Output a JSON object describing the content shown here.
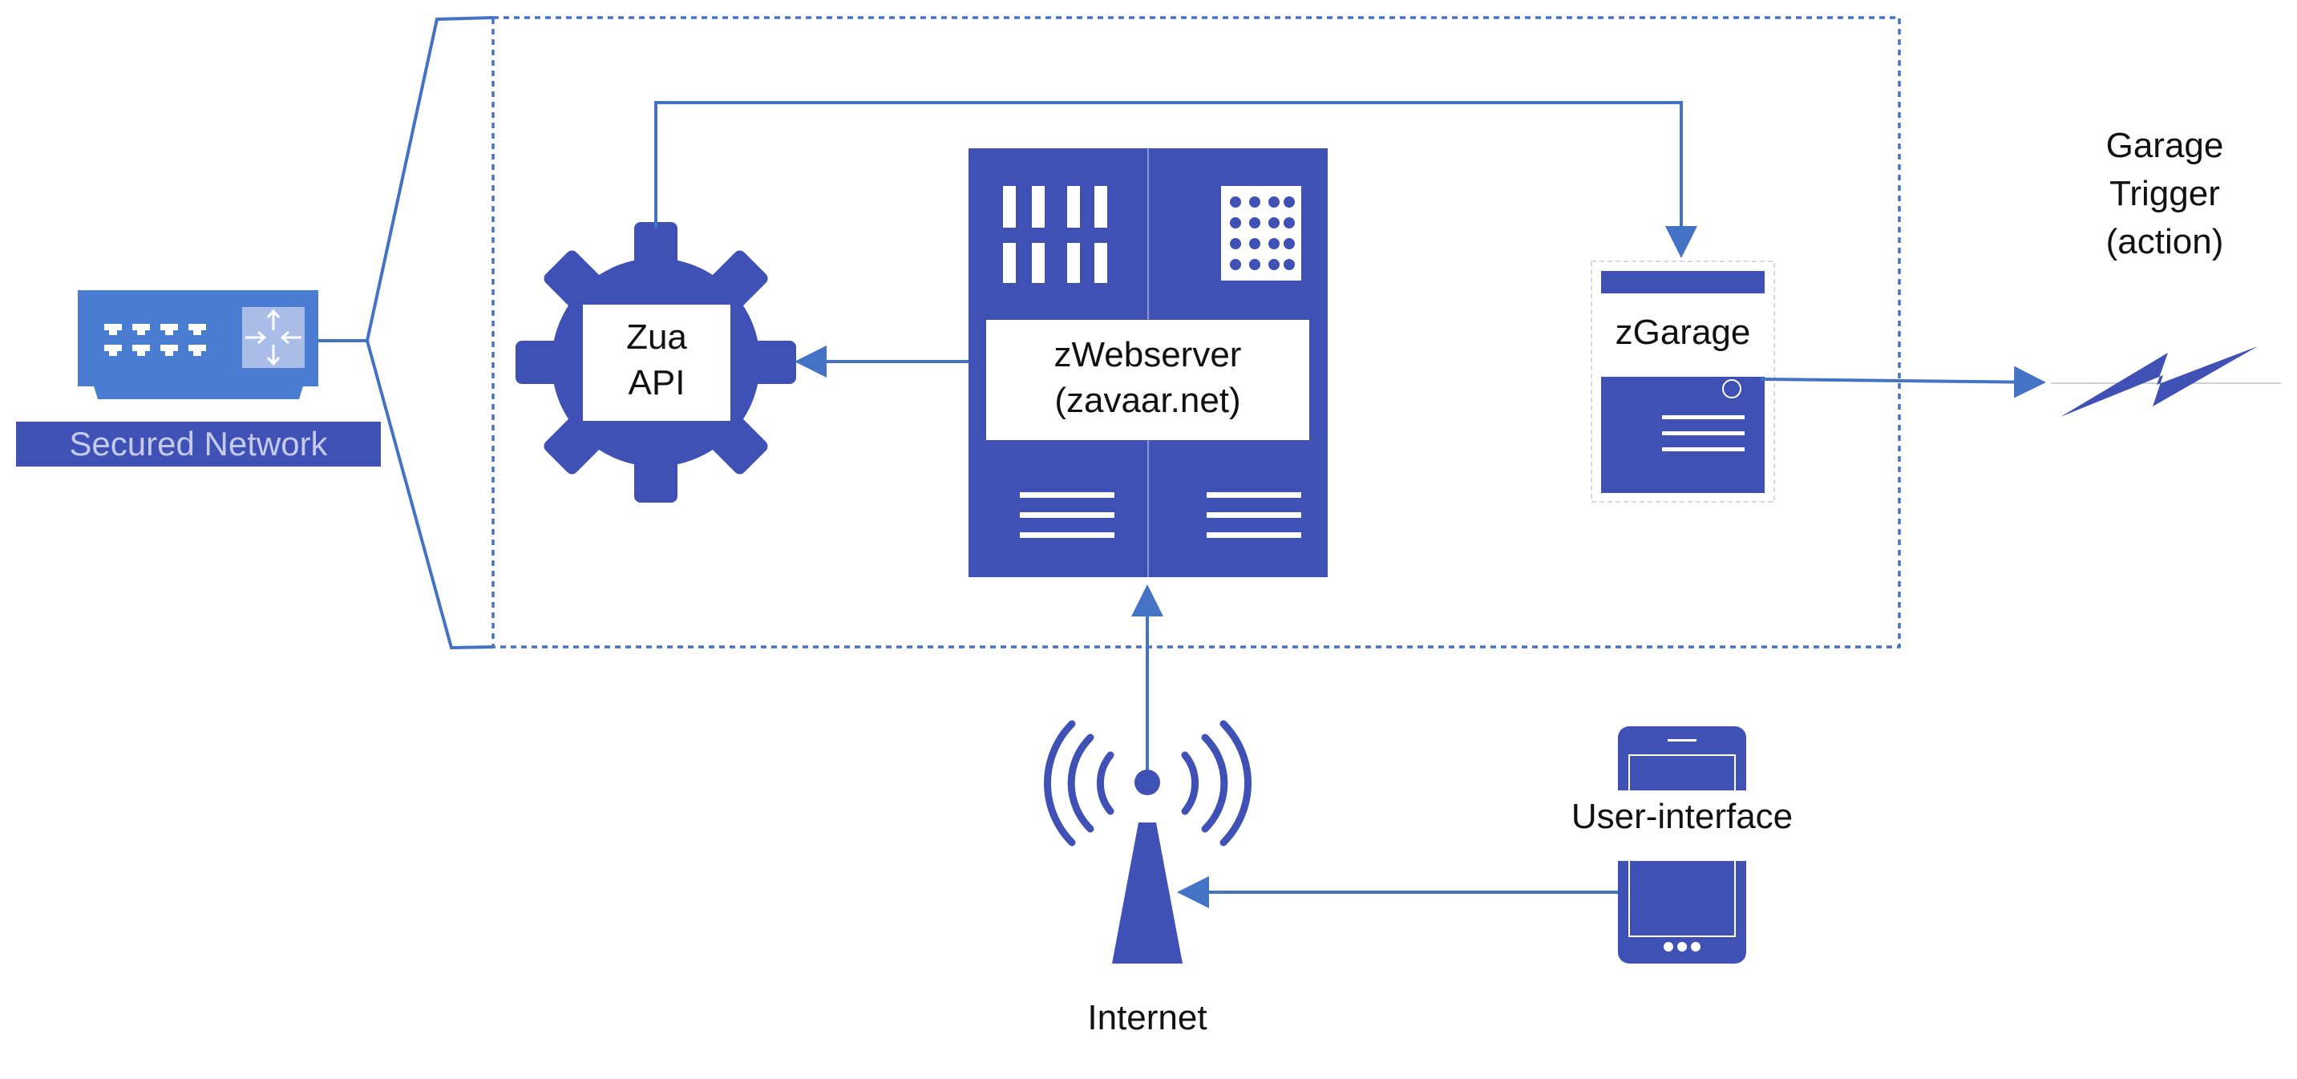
{
  "labels": {
    "secured_network": "Secured Network",
    "zua_api_line1": "Zua",
    "zua_api_line2": "API",
    "webserver_line1": "zWebserver",
    "webserver_line2": "(zavaar.net)",
    "zgarage": "zGarage",
    "garage_trigger_line1": "Garage",
    "garage_trigger_line2": "Trigger",
    "garage_trigger_line3": "(action)",
    "user_interface": "User-interface",
    "internet": "Internet"
  },
  "icons": {
    "network": "switch-router-icon",
    "api": "gear-icon",
    "server": "server-icon",
    "garage": "device-panel-icon",
    "trigger": "lightning-bolt-icon",
    "internet": "antenna-tower-icon",
    "ui": "mobile-phone-icon"
  },
  "colors": {
    "primary": "#3f51b5",
    "connector": "#4472c4",
    "network_light": "#4a7dd1",
    "text": "#111111",
    "label_on_dark": "#c5cae9"
  }
}
